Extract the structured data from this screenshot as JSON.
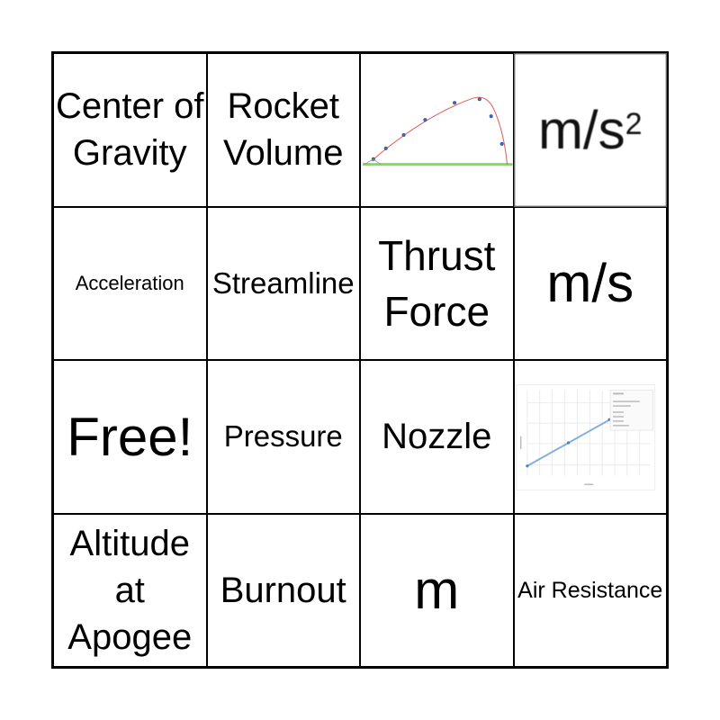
{
  "board": {
    "cells": [
      {
        "label": "Center of Gravity"
      },
      {
        "label": "Rocket Volume"
      },
      {
        "image": "rocket-trajectory-image"
      },
      {
        "label": "m/s",
        "superscript": "2"
      },
      {
        "label": "Acceleration"
      },
      {
        "label": "Streamline"
      },
      {
        "label": "Thrust Force"
      },
      {
        "label": "m/s"
      },
      {
        "label": "Free!"
      },
      {
        "label": "Pressure"
      },
      {
        "label": "Nozzle"
      },
      {
        "image": "linear-graph-image"
      },
      {
        "label": "Altitude at Apogee"
      },
      {
        "label": "Burnout"
      },
      {
        "label": "m"
      },
      {
        "label": "Air Resistance"
      }
    ],
    "colors": {
      "trajectory": "#e05a5a",
      "ground": "#7ee05a",
      "graph_line": "#7fb0e0"
    }
  }
}
